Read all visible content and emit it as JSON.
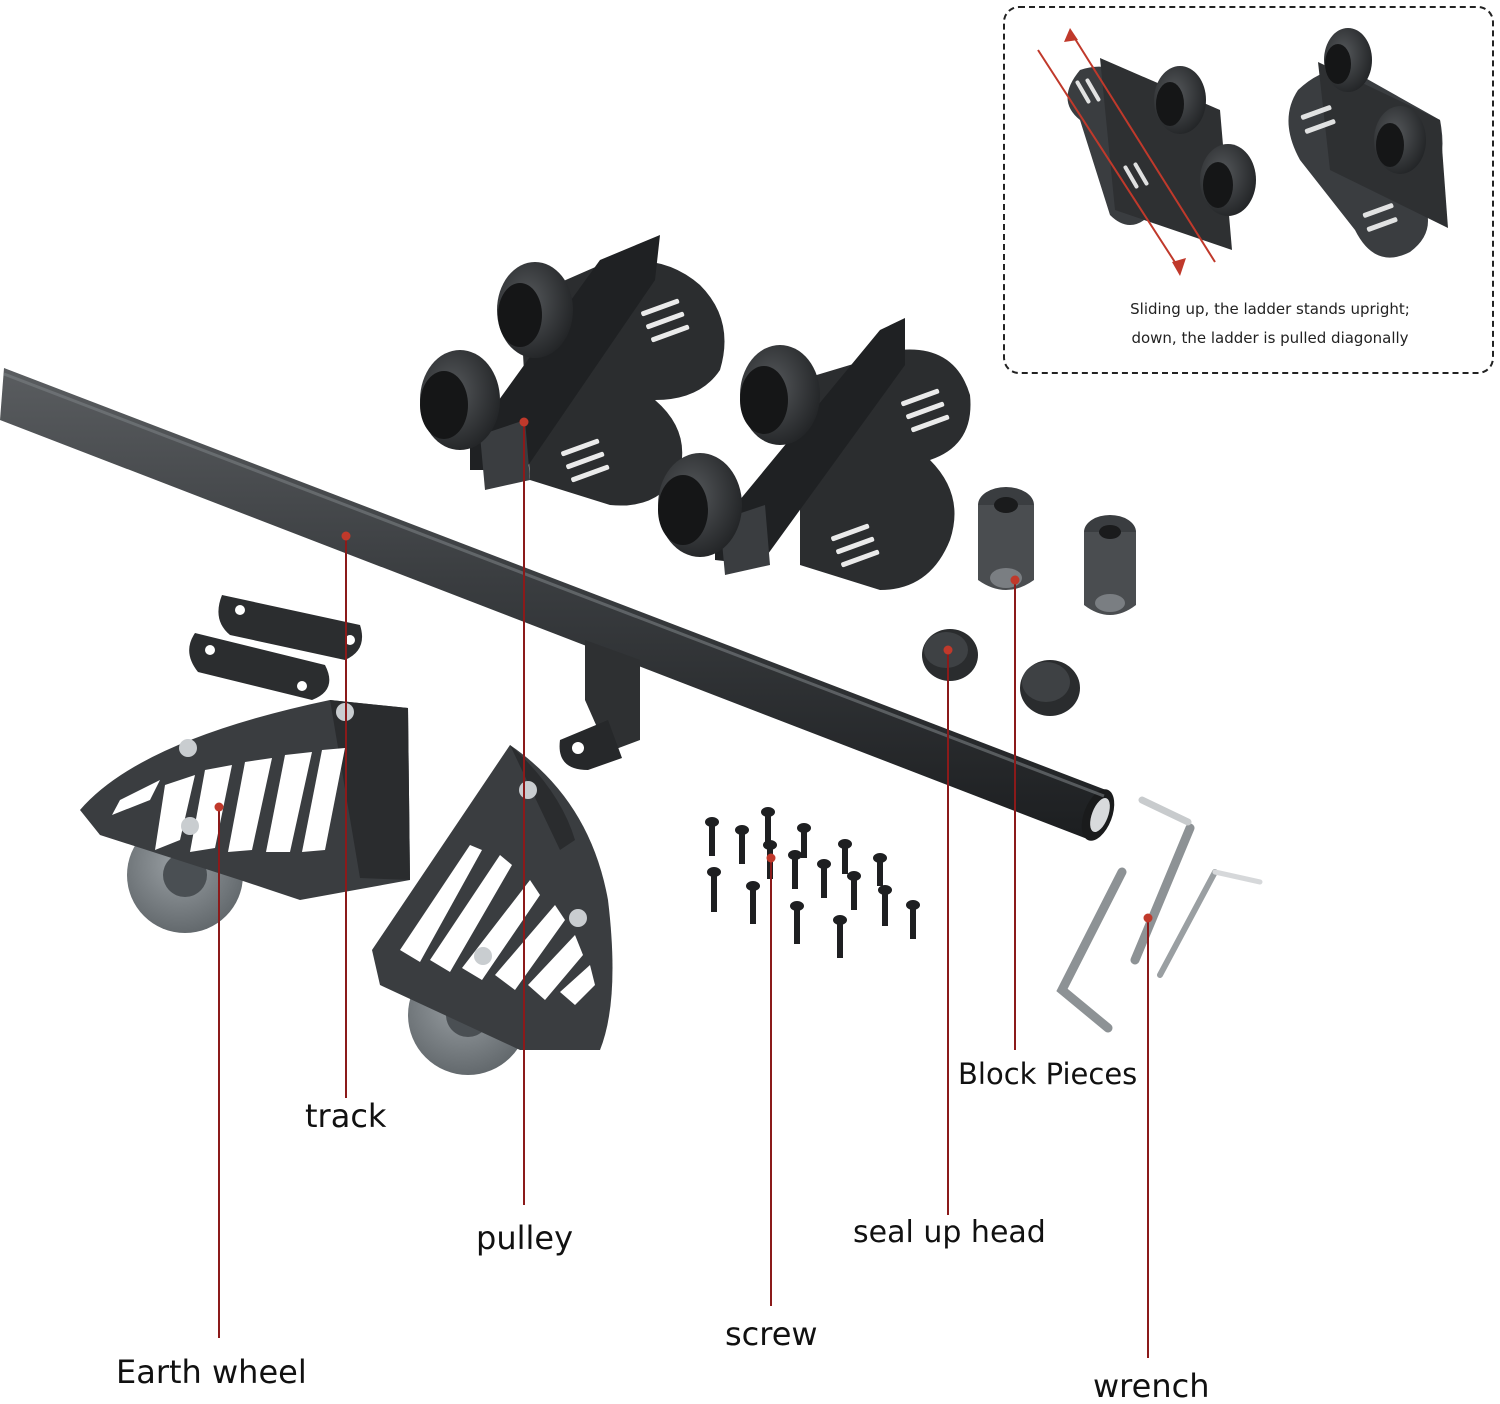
{
  "labels": {
    "track": "track",
    "pulley": "pulley",
    "screw": "screw",
    "earth_wheel": "Earth wheel",
    "block_pieces": "Block Pieces",
    "seal_up_head": "seal up head",
    "wrench": "wrench"
  },
  "inset": {
    "caption_line1": "Sliding up, the ladder stands upright;",
    "caption_line2": "down, the ladder is pulled diagonally"
  },
  "colors": {
    "leader_line": "#8b1a1a",
    "leader_dot": "#c0392b",
    "hardware": "#2a2c2e",
    "hardware_light": "#4a4d50",
    "wheel": "#6f757a",
    "arrow": "#c0392b"
  }
}
